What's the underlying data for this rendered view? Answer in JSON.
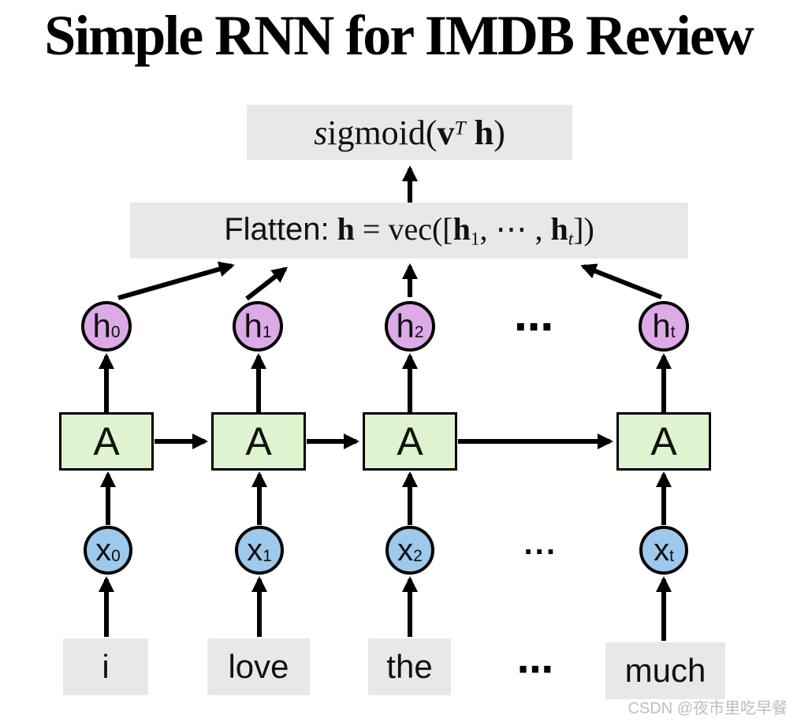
{
  "title": "Simple RNN for IMDB Review",
  "watermark": "CSDN @夜市里吃早餐",
  "colors": {
    "box_gray": "#e8e8e8",
    "cell_green": "#def3cf",
    "hidden_purple": "#dcaae6",
    "input_blue": "#9ec9ec",
    "line_black": "#000000",
    "watermark_gray": "#bdbdbd"
  },
  "output_box": {
    "s_italic": "s",
    "igmoid_open": "igmoid(",
    "v_bold": "v",
    "sup_T": "T",
    "h_bold": "h",
    "close_paren": ")"
  },
  "flatten_box": {
    "prefix": "Flatten:",
    "h_bold": "h",
    "equals": "=",
    "vec_open": "vec([",
    "h1_base": "h",
    "h1_sub": "1",
    "comma_dots": ", ⋯ ,",
    "ht_base": "h",
    "ht_sub": "t",
    "close_bracket": "])"
  },
  "hidden_nodes": [
    {
      "base": "h",
      "sub": "0"
    },
    {
      "base": "h",
      "sub": "1"
    },
    {
      "base": "h",
      "sub": "2"
    },
    {
      "base": "h",
      "sub": "t"
    }
  ],
  "cells": [
    "A",
    "A",
    "A",
    "A"
  ],
  "input_nodes": [
    {
      "base": "x",
      "sub": "0"
    },
    {
      "base": "x",
      "sub": "1"
    },
    {
      "base": "x",
      "sub": "2"
    },
    {
      "base": "x",
      "sub": "t"
    }
  ],
  "words": [
    "i",
    "love",
    "the",
    "much"
  ],
  "ellipsis": {
    "hidden_row": "⋯",
    "input_row": "...",
    "word_row": "⋯"
  }
}
